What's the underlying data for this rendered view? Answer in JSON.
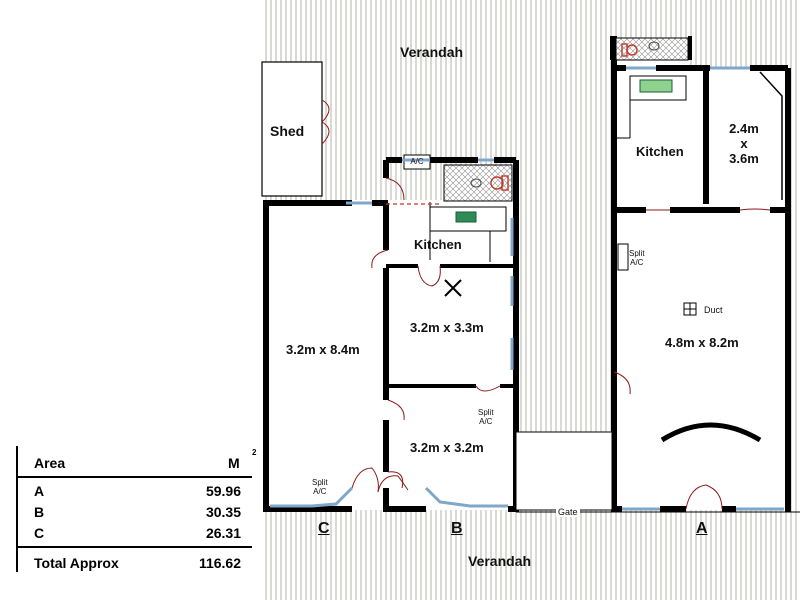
{
  "rooms": {
    "verandah_top": "Verandah",
    "verandah_bottom": "Verandah",
    "shed": "Shed",
    "kitchen_a": "Kitchen",
    "kitchen_b": "Kitchen",
    "room_a_small_line1": "2.4m",
    "room_a_small_line2": "x",
    "room_a_small_line3": "3.6m",
    "room_a_main": "4.8m x 8.2m",
    "room_c_main": "3.2m x 8.4m",
    "room_b_upper": "3.2m x 3.3m",
    "room_b_lower": "3.2m x 3.2m"
  },
  "annotations": {
    "ac": "A/C",
    "split_ac_a_line1": "Split",
    "split_ac_a_line2": "A/C",
    "split_ac_b_line1": "Split",
    "split_ac_b_line2": "A/C",
    "split_ac_c_line1": "Split",
    "split_ac_c_line2": "A/C",
    "duct": "Duct",
    "gate": "Gate"
  },
  "unit_letters": {
    "a": "A",
    "b": "B",
    "c": "C"
  },
  "area_table": {
    "header_label": "Area",
    "header_unit": "M",
    "header_superscript": "2",
    "rows": [
      {
        "label": "A",
        "value": "59.96"
      },
      {
        "label": "B",
        "value": "30.35"
      },
      {
        "label": "C",
        "value": "26.31"
      }
    ],
    "total_label": "Total Approx",
    "total_value": "116.62"
  },
  "colors": {
    "wall": "#000000",
    "hatch": "#b5b5a8",
    "door_arc": "#8b1a1a",
    "window": "#7fa7c9",
    "toilet": "#c0392b",
    "sink": "#2e8b57"
  },
  "icons": [
    "toilet-icon",
    "sink-icon",
    "duct-icon",
    "cross-mark-icon",
    "door-swing-icon",
    "window-icon"
  ]
}
